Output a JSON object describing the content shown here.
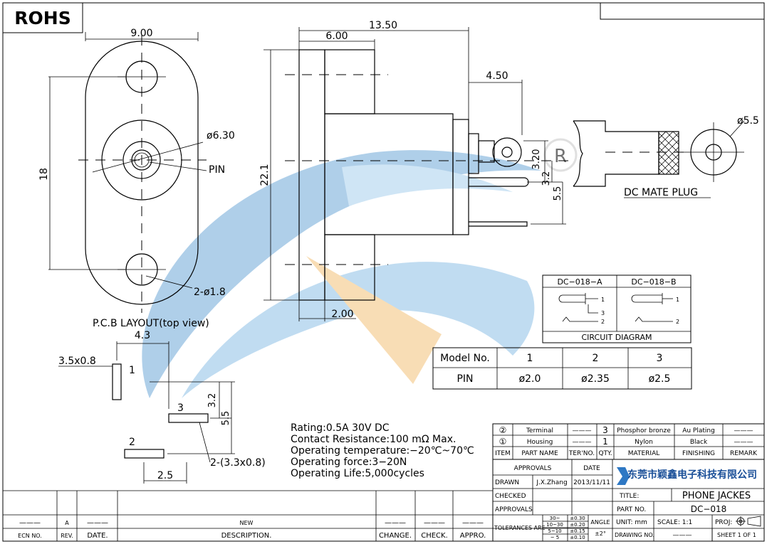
{
  "rohs_badge": "ROHS",
  "dimensions": {
    "pcb_width": "9.00",
    "height_18": "18",
    "dia_630": "ø6.30",
    "pin": "PIN",
    "holes": "2-ø1.8",
    "total_len": "13.50",
    "body_len": "6.00",
    "height_221": "22.1",
    "terminal_ext": "4.50",
    "d320": "3.20",
    "d32": "3.2",
    "d55": "5.5",
    "d200": "2.00",
    "plug_dia": "ø5.5"
  },
  "plug_label": "DC  MATE  PLUG",
  "pcb_layout": {
    "title": "P.C.B  LAYOUT(top  view)",
    "d43": "4.3",
    "pad": "3.5x0.8",
    "pin1": "1",
    "pin3": "3",
    "pin2": "2",
    "d32": "3.2",
    "d55": "5.5",
    "slots": "2-(3.3x0.8)",
    "d25": "2.5"
  },
  "specs": [
    "Rating:0.5A  30V  DC",
    "Contact  Resistance:100  mΩ  Max.",
    "Operating  temperature:−20℃~70℃",
    "Operating  force:3−20N",
    "Operating  Life:5,000cycles"
  ],
  "circuit": {
    "col_a": "DC−018−A",
    "col_b": "DC−018−B",
    "caption": "CIRCUIT  DIAGRAM",
    "n1": "1",
    "n2": "2",
    "n3": "3"
  },
  "model_table": {
    "header": [
      "Model  No.",
      "1",
      "2",
      "3"
    ],
    "row": [
      "PIN",
      "ø2.0",
      "ø2.35",
      "ø2.5"
    ]
  },
  "bom": {
    "rows": [
      {
        "no": "②",
        "part": "Terminal",
        "ter": "———",
        "qty": "3",
        "material": "Phosphor bronze",
        "finish": "Au Plating",
        "remark": "———"
      },
      {
        "no": "①",
        "part": "Housing",
        "ter": "———",
        "qty": "1",
        "material": "Nylon",
        "finish": "Black",
        "remark": "———"
      }
    ],
    "header": {
      "item": "ITEM",
      "part": "PART NAME",
      "ter": "TER'NO.",
      "qty": "QTY.",
      "material": "MATERIAL",
      "finish": "FINISHING",
      "remark": "REMARK"
    }
  },
  "title_block": {
    "approvals": "APPROVALS",
    "date": "DATE",
    "company": "东莞市颖鑫电子科技有限公司",
    "drawn": "DRAWN",
    "drawn_by": "J.X.Zhang",
    "drawn_date": "2013/11/11",
    "checked": "CHECKED",
    "approvals2": "APPROVALS",
    "title_label": "TITLE:",
    "title_value": "PHONE  JACKES",
    "part_no_label": "PART  NO.",
    "part_no": "DC−018",
    "tolerances": "TOLERANCES  ARE",
    "tol": [
      {
        "range": "30~",
        "val": "±0.30"
      },
      {
        "range": "10~30",
        "val": "±0.20"
      },
      {
        "range": "5~10",
        "val": "±0.15"
      },
      {
        "range": "~ 5",
        "val": "±0.10"
      }
    ],
    "angle": "ANGLE",
    "angle_tol": "±2°",
    "unit": "UNIT:  mm",
    "scale": "SCALE:   1:1",
    "proj": "PROJ:",
    "drawing_no": "DRAWING  NO.",
    "drawing_no_value": "———",
    "sheet": "SHEET  1  OF  1"
  },
  "revision_block": {
    "ecn_label": "ECN  NO.",
    "rev_label": "REV.",
    "date_label": "DATE.",
    "desc_label": "DESCRIPTION.",
    "change_label": "CHANGE.",
    "check_label": "CHECK.",
    "appro_label": "APPRO.",
    "ecn": "———",
    "rev": "A",
    "date": "———",
    "desc": "NEW",
    "change": "———",
    "check": "———",
    "appro": "———"
  }
}
